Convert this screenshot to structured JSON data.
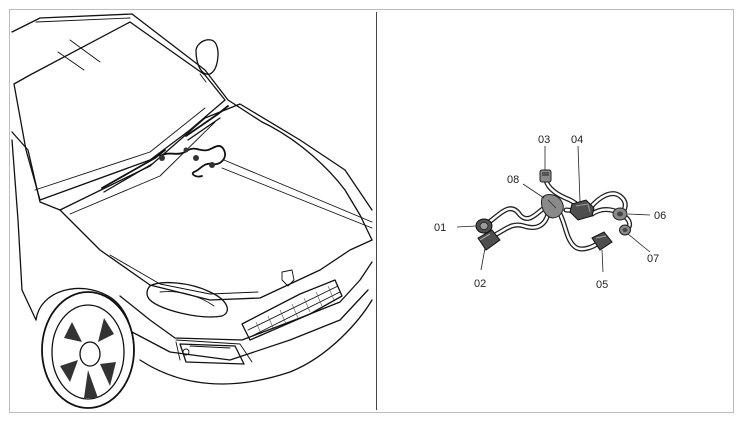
{
  "callouts": {
    "c01": "01",
    "c02": "02",
    "c03": "03",
    "c04": "04",
    "c05": "05",
    "c06": "06",
    "c07": "07",
    "c08": "08"
  },
  "colors": {
    "line": "#111111",
    "connector_light": "#8a8a8a",
    "connector_dark": "#4e4e4e",
    "background": "#ffffff"
  }
}
